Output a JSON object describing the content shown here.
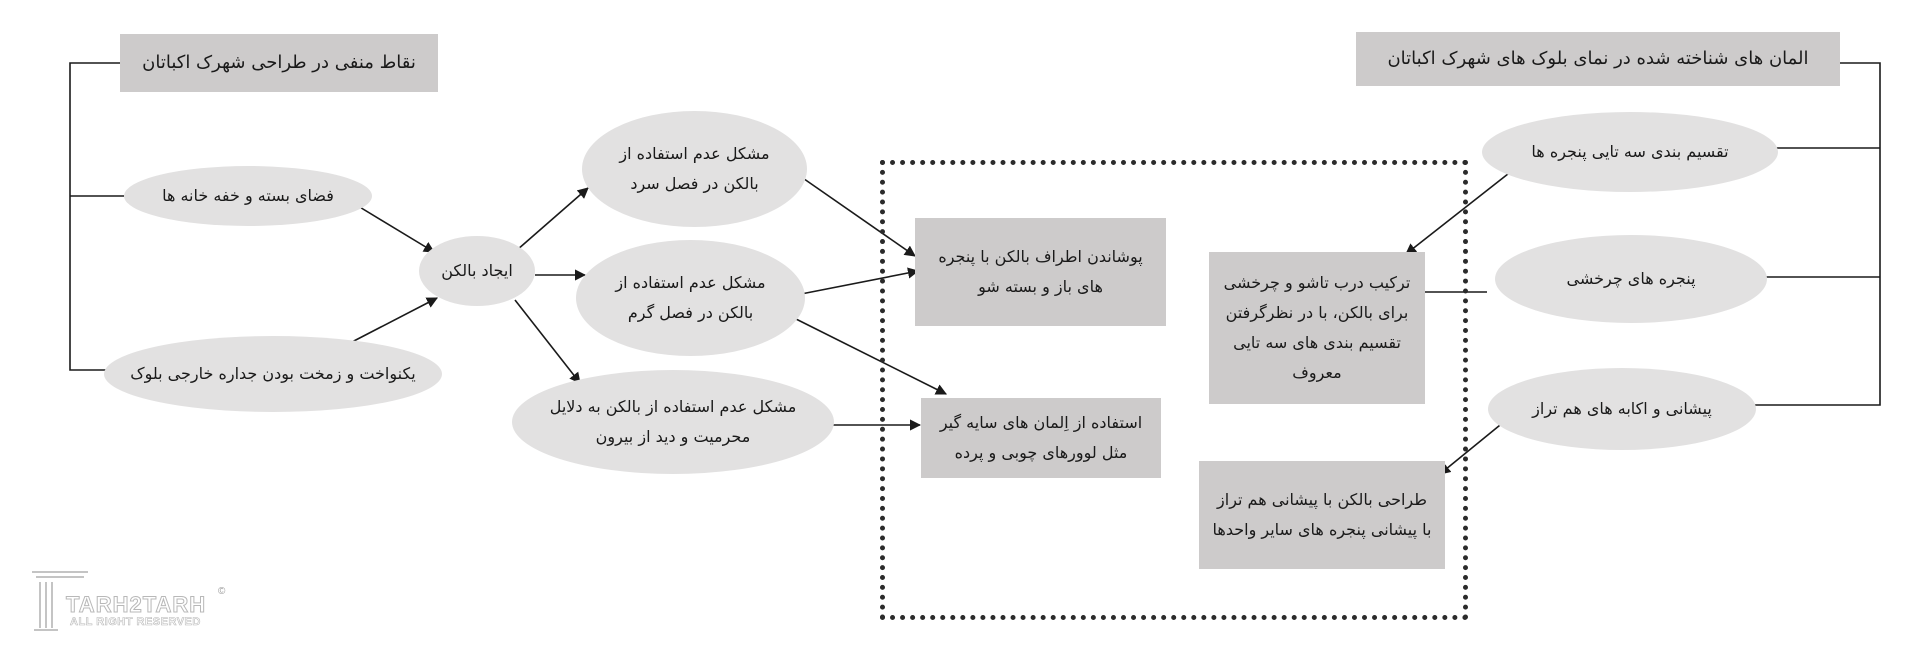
{
  "left": {
    "title": "نقاط منفی در طراحی شهرک اکباتان",
    "cramped_spaces": "فضای بسته و خفه خانه ها",
    "uniform_facade": "یکنواخت و زمخت بودن جداره خارجی بلوک",
    "create_balcony": "ایجاد بالکن",
    "problem_cold": "مشکل عدم استفاده از بالکن در فصل سرد",
    "problem_hot": "مشکل عدم استفاده از بالکن در فصل گرم",
    "problem_privacy": "مشکل عدم استفاده از بالکن به دلایل محرمیت و دید از بیرون"
  },
  "center": {
    "cover_balcony": "پوشاندن اطراف بالکن با پنجره های باز و بسته شو",
    "shading_elements": "استفاده از اِلمان های سایه گیر مثل لوورهای چوبی و پرده"
  },
  "right": {
    "title": "المان های شناخته شده در نمای بلوک های شهرک اکباتان",
    "three_part_windows": "تقسیم بندی سه تایی پنجره ها",
    "pivot_windows": "پنجره های چرخشی",
    "aligned_canopies": "پیشانی و اکابه های هم تراز",
    "door_combo": "ترکیب درب تاشو و چرخشی برای بالکن، با در نظرگرفتن تقسیم بندی های سه تایی معروف",
    "balcony_design": "طراحی بالکن با پیشانی هم تراز با پیشانی پنجره های سایر واحدها"
  },
  "logo": {
    "name": "TARH2TARH",
    "sub": "ALL RIGHT RESERVED",
    "mark": "©"
  },
  "colors": {
    "box": "#cdcbcb",
    "ellipse": "#e2e1e1",
    "line": "#1a1a1a"
  }
}
